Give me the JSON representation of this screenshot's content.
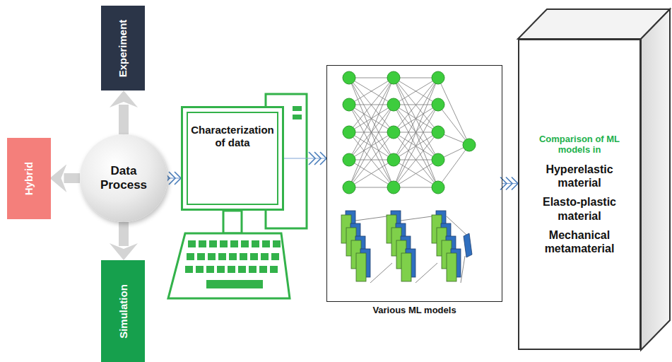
{
  "diagram": {
    "nodes": [
      {
        "text": [
          "Experiment"
        ]
      },
      {
        "text": [
          "Hybrid"
        ]
      },
      {
        "text": [
          "Data Process"
        ]
      },
      {
        "text": [
          "Simulation"
        ]
      },
      {
        "text": [
          "Characterization of data"
        ]
      },
      {
        "text": [
          "Various ML models"
        ]
      },
      {
        "text": [
          "Comparison of ML models in",
          "Hyperelastic material",
          "Elasto-plastic material",
          "Mechanical metamaterial"
        ]
      }
    ],
    "edges": [
      {
        "from": 2,
        "to": 0,
        "arrow": "to"
      },
      {
        "from": 2,
        "to": 1,
        "arrow": "to"
      },
      {
        "from": 2,
        "to": 3,
        "arrow": "to"
      },
      {
        "from": 2,
        "to": 4,
        "arrow": "to"
      },
      {
        "from": 4,
        "to": 5,
        "arrow": "to"
      },
      {
        "from": 5,
        "to": 6,
        "arrow": "to"
      }
    ]
  }
}
